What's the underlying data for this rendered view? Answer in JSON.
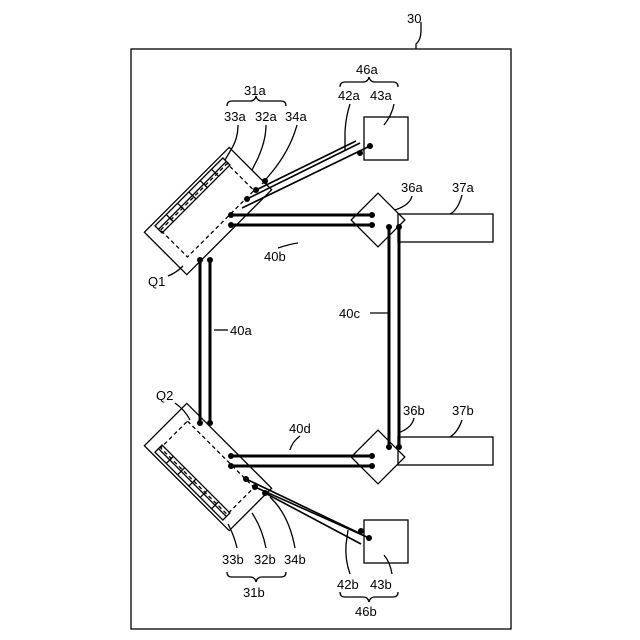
{
  "labels": {
    "fig": "30",
    "l31a": "31a",
    "l33a": "33a",
    "l32a": "32a",
    "l34a": "34a",
    "l46a": "46a",
    "l42a": "42a",
    "l43a": "43a",
    "l36a": "36a",
    "l37a": "37a",
    "l40b": "40b",
    "lQ1": "Q1",
    "l40a": "40a",
    "l40c": "40c",
    "lQ2": "Q2",
    "l40d": "40d",
    "l36b": "36b",
    "l37b": "37b",
    "l33b": "33b",
    "l32b": "32b",
    "l34b": "34b",
    "l31b": "31b",
    "l42b": "42b",
    "l43b": "43b",
    "l46b": "46b"
  }
}
